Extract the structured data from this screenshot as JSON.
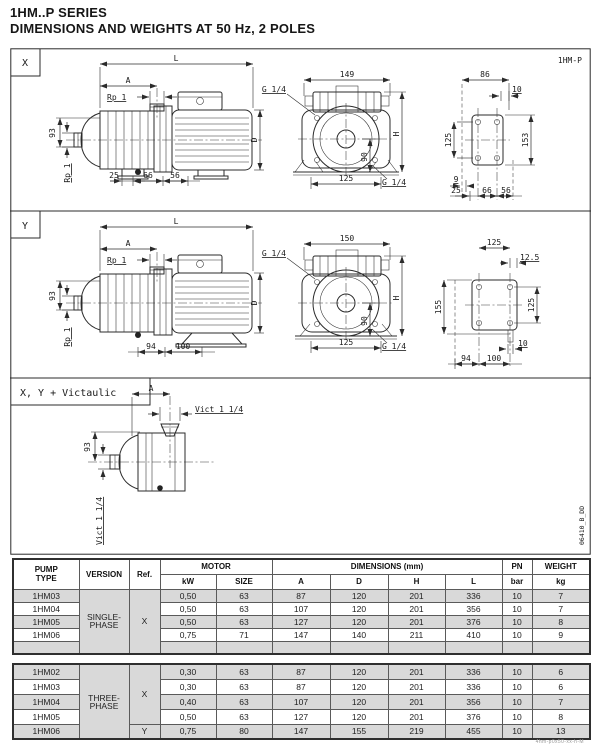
{
  "page": {
    "title1": "1HM..P SERIES",
    "title2": "DIMENSIONS AND WEIGHTS AT 50 Hz, 2 POLES",
    "footnote": "4hm-p0x50-xx-h-M"
  },
  "drawing": {
    "corner_label": "1HM-P",
    "doc_code": "06410_B_DD",
    "x": {
      "tag": "X",
      "L": "L",
      "A": "A",
      "rp_top": "Rp 1",
      "h93": "93",
      "rp_left": "Rp 1",
      "D": "D",
      "b1": "25",
      "b2": "66",
      "b3": "56",
      "fw": "149",
      "g_top": "G 1/4",
      "H": "H",
      "f90": "90",
      "f125": "125",
      "g_bot": "G 1/4",
      "pw": "86",
      "p10": "10",
      "pl": "125",
      "pr": "153",
      "p9": "9",
      "pb1": "25",
      "pb2": "66",
      "pb3": "56"
    },
    "y": {
      "tag": "Y",
      "L": "L",
      "A": "A",
      "rp_top": "Rp 1",
      "h93": "93",
      "rp_left": "Rp 1",
      "D": "D",
      "b1": "94",
      "b2": "100",
      "fw": "150",
      "g_top": "G 1/4",
      "H": "H",
      "f90": "90",
      "f125": "125",
      "g_bot": "G 1/4",
      "pw": "125",
      "p125": "12.5",
      "pl": "155",
      "pr": "125",
      "p10": "10",
      "pb1": "94",
      "pb2": "100"
    },
    "v": {
      "tag": "X, Y + Victaulic",
      "A": "A",
      "vict_top": "Vict 1 1/4",
      "h93": "93",
      "vict_left": "Vict 1 1/4"
    }
  },
  "table": {
    "headers": {
      "pt1": "PUMP",
      "pt2": "TYPE",
      "version": "VERSION",
      "ref": "Ref.",
      "motor": "MOTOR",
      "kw": "kW",
      "size": "SIZE",
      "dims": "DIMENSIONS (mm)",
      "a": "A",
      "d": "D",
      "h": "H",
      "l": "L",
      "pn": "PN",
      "bar": "bar",
      "weight": "WEIGHT",
      "kg": "kg"
    },
    "single_phase": {
      "v1": "SINGLE-",
      "v2": "PHASE",
      "ref": "X",
      "rows": [
        {
          "t": "1HM03",
          "kw": "0,50",
          "sz": "63",
          "a": "87",
          "d": "120",
          "h": "201",
          "l": "336",
          "pn": "10",
          "kg": "7"
        },
        {
          "t": "1HM04",
          "kw": "0,50",
          "sz": "63",
          "a": "107",
          "d": "120",
          "h": "201",
          "l": "356",
          "pn": "10",
          "kg": "7"
        },
        {
          "t": "1HM05",
          "kw": "0,50",
          "sz": "63",
          "a": "127",
          "d": "120",
          "h": "201",
          "l": "376",
          "pn": "10",
          "kg": "8"
        },
        {
          "t": "1HM06",
          "kw": "0,75",
          "sz": "71",
          "a": "147",
          "d": "140",
          "h": "211",
          "l": "410",
          "pn": "10",
          "kg": "9"
        }
      ]
    },
    "three_phase": {
      "v1": "THREE-",
      "v2": "PHASE",
      "ref_x": "X",
      "ref_y": "Y",
      "rows": [
        {
          "t": "1HM02",
          "kw": "0,30",
          "sz": "63",
          "a": "87",
          "d": "120",
          "h": "201",
          "l": "336",
          "pn": "10",
          "kg": "6"
        },
        {
          "t": "1HM03",
          "kw": "0,30",
          "sz": "63",
          "a": "87",
          "d": "120",
          "h": "201",
          "l": "336",
          "pn": "10",
          "kg": "6"
        },
        {
          "t": "1HM04",
          "kw": "0,40",
          "sz": "63",
          "a": "107",
          "d": "120",
          "h": "201",
          "l": "356",
          "pn": "10",
          "kg": "7"
        },
        {
          "t": "1HM05",
          "kw": "0,50",
          "sz": "63",
          "a": "127",
          "d": "120",
          "h": "201",
          "l": "376",
          "pn": "10",
          "kg": "8"
        },
        {
          "t": "1HM06",
          "kw": "0,75",
          "sz": "80",
          "a": "147",
          "d": "155",
          "h": "219",
          "l": "455",
          "pn": "10",
          "kg": "13"
        }
      ]
    }
  }
}
